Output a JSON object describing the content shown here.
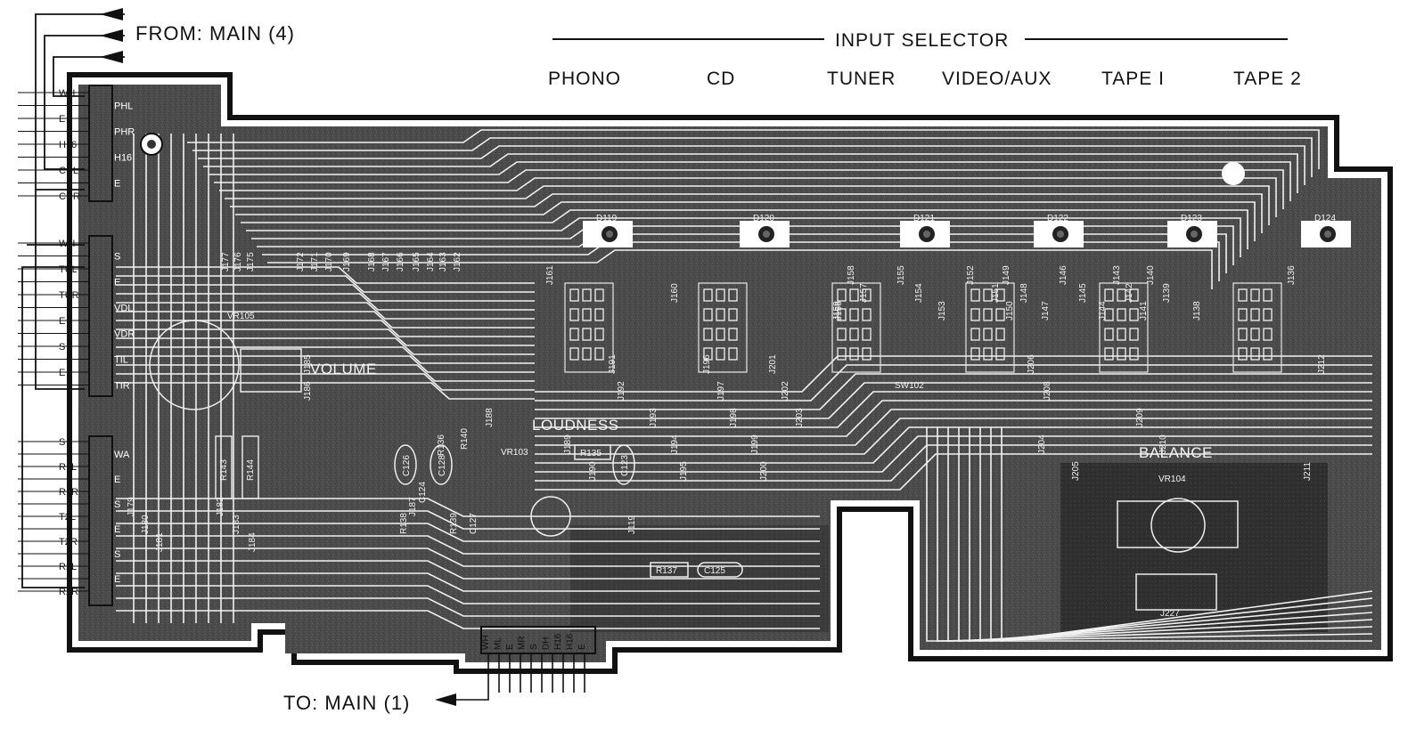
{
  "title": "INPUT SELECTOR",
  "inputs": [
    "PHONO",
    "CD",
    "TUNER",
    "VIDEO/AUX",
    "TAPE I",
    "TAPE 2"
  ],
  "from_label": "FROM: MAIN (4)",
  "to_label": "TO: MAIN (1)",
  "controls": {
    "volume": "VOLUME",
    "loudness": "LOUDNESS",
    "balance": "BALANCE"
  },
  "components": {
    "pots": [
      "VR105",
      "VR103",
      "VR104"
    ],
    "diodes": [
      "D119",
      "D120",
      "D121",
      "D122",
      "D123",
      "D124"
    ],
    "switch": "SW102",
    "resistors": [
      "R143",
      "R144",
      "R135",
      "R136",
      "R138",
      "R139",
      "R140",
      "R137"
    ],
    "capacitors": [
      "C126",
      "C124",
      "C128",
      "C127",
      "C123",
      "C125"
    ],
    "jumpers_top": [
      "J177",
      "J176",
      "J175",
      "J172",
      "J171",
      "J170",
      "J169",
      "J168",
      "J167",
      "J166",
      "J165",
      "J164",
      "J163",
      "J162"
    ],
    "jumpers_mid": [
      "J161",
      "J160",
      "J159",
      "J158",
      "J157",
      "J156",
      "J155",
      "J154",
      "J153",
      "J152",
      "J151",
      "J150",
      "J149",
      "J148",
      "J147",
      "J146",
      "J145",
      "J144",
      "J143",
      "J142",
      "J141",
      "J140",
      "J139",
      "J138",
      "J136"
    ],
    "jumpers_low": [
      "J185",
      "J186",
      "J188",
      "J189",
      "J190",
      "J191",
      "J192",
      "J193",
      "J194",
      "J195",
      "J196",
      "J197",
      "J198",
      "J199",
      "J200",
      "J201",
      "J202",
      "J203",
      "J204",
      "J205",
      "J206",
      "J208",
      "J209",
      "J210",
      "J211",
      "J212",
      "J227"
    ],
    "jumpers_left": [
      "J179",
      "J180",
      "J181",
      "J182",
      "J183",
      "J184",
      "J187",
      "J119"
    ]
  },
  "left_connector_top": [
    "WH",
    "PHL",
    "E",
    "PHR",
    "H16",
    "H16",
    "CDL",
    "E",
    "CDR"
  ],
  "left_connector_mid": [
    "WH",
    "S",
    "TUL",
    "E",
    "TUR",
    "VDL",
    "E",
    "VDR",
    "S",
    "TIL",
    "E",
    "TIR"
  ],
  "left_connector_bottom": [
    "S",
    "WA",
    "R1L",
    "E",
    "R1R",
    "S",
    "T2L",
    "E",
    "T2R",
    "S",
    "R2L",
    "E",
    "R2R"
  ],
  "bottom_connector": [
    "WH",
    "ML",
    "E",
    "MR",
    "S",
    "DH",
    "H16",
    "H16",
    "E"
  ],
  "colors": {
    "board": "#4a4a4a",
    "board_dark": "#2c2c2c",
    "trace": "#f5f5f5",
    "ink": "#111111",
    "paper": "#ffffff"
  }
}
